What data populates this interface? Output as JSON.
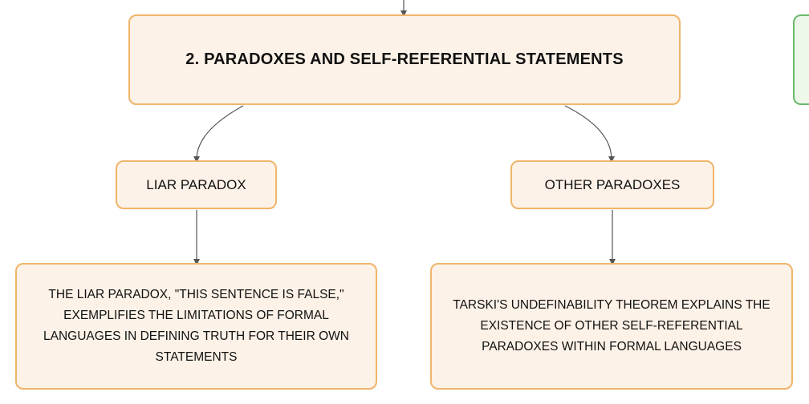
{
  "diagram": {
    "main_node": {
      "label": "2. PARADOXES AND SELF-REFERENTIAL STATEMENTS"
    },
    "branches": [
      {
        "label": "LIAR PARADOX",
        "detail": "THE LIAR PARADOX, \"THIS SENTENCE IS FALSE,\" EXEMPLIFIES THE LIMITATIONS OF FORMAL LANGUAGES IN DEFINING TRUTH FOR THEIR OWN STATEMENTS"
      },
      {
        "label": "OTHER PARADOXES",
        "detail": "TARSKI'S UNDEFINABILITY THEOREM EXPLAINS THE EXISTENCE OF OTHER SELF-REFERENTIAL PARADOXES WITHIN FORMAL LANGUAGES"
      }
    ],
    "colors": {
      "node_fill": "#fdf2e7",
      "node_border": "#f0b56a",
      "side_node_border": "#6cb96c",
      "connector": "#555555"
    }
  }
}
